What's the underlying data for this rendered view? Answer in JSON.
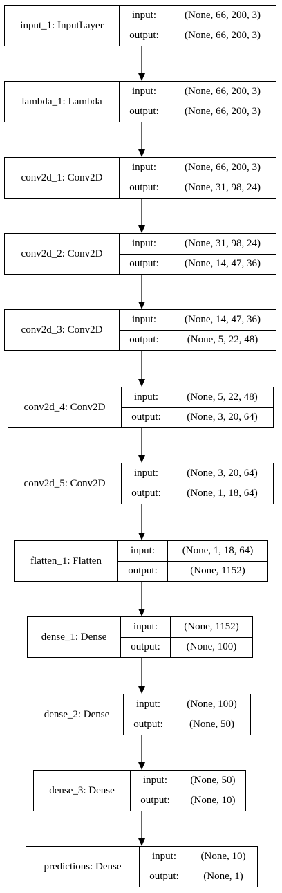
{
  "diagram": {
    "port_labels": {
      "input": "input:",
      "output": "output:"
    },
    "layers": [
      {
        "name": "input_1: InputLayer",
        "input": "(None, 66, 200, 3)",
        "output": "(None, 66, 200, 3)"
      },
      {
        "name": "lambda_1: Lambda",
        "input": "(None, 66, 200, 3)",
        "output": "(None, 66, 200, 3)"
      },
      {
        "name": "conv2d_1: Conv2D",
        "input": "(None, 66, 200, 3)",
        "output": "(None, 31, 98, 24)"
      },
      {
        "name": "conv2d_2: Conv2D",
        "input": "(None, 31, 98, 24)",
        "output": "(None, 14, 47, 36)"
      },
      {
        "name": "conv2d_3: Conv2D",
        "input": "(None, 14, 47, 36)",
        "output": "(None, 5, 22, 48)"
      },
      {
        "name": "conv2d_4: Conv2D",
        "input": "(None, 5, 22, 48)",
        "output": "(None, 3, 20, 64)"
      },
      {
        "name": "conv2d_5: Conv2D",
        "input": "(None, 3, 20, 64)",
        "output": "(None, 1, 18, 64)"
      },
      {
        "name": "flatten_1: Flatten",
        "input": "(None, 1, 18, 64)",
        "output": "(None, 1152)"
      },
      {
        "name": "dense_1: Dense",
        "input": "(None, 1152)",
        "output": "(None, 100)"
      },
      {
        "name": "dense_2: Dense",
        "input": "(None, 100)",
        "output": "(None, 50)"
      },
      {
        "name": "dense_3: Dense",
        "input": "(None, 50)",
        "output": "(None, 10)"
      },
      {
        "name": "predictions: Dense",
        "input": "(None, 10)",
        "output": "(None, 1)"
      }
    ]
  }
}
